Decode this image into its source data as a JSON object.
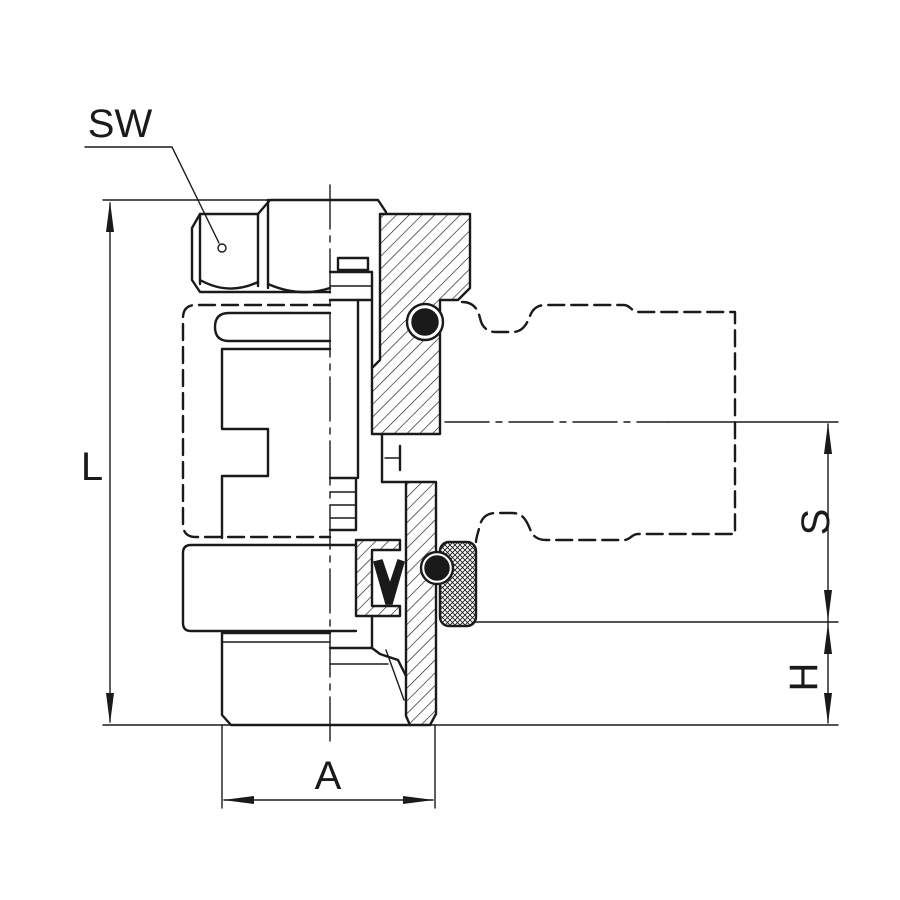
{
  "drawing": {
    "labels": {
      "sw": "SW",
      "l": "L",
      "s": "S",
      "h": "H",
      "a": "A"
    }
  },
  "colors": {
    "line": "#1a1a1a",
    "background": "#ffffff"
  }
}
